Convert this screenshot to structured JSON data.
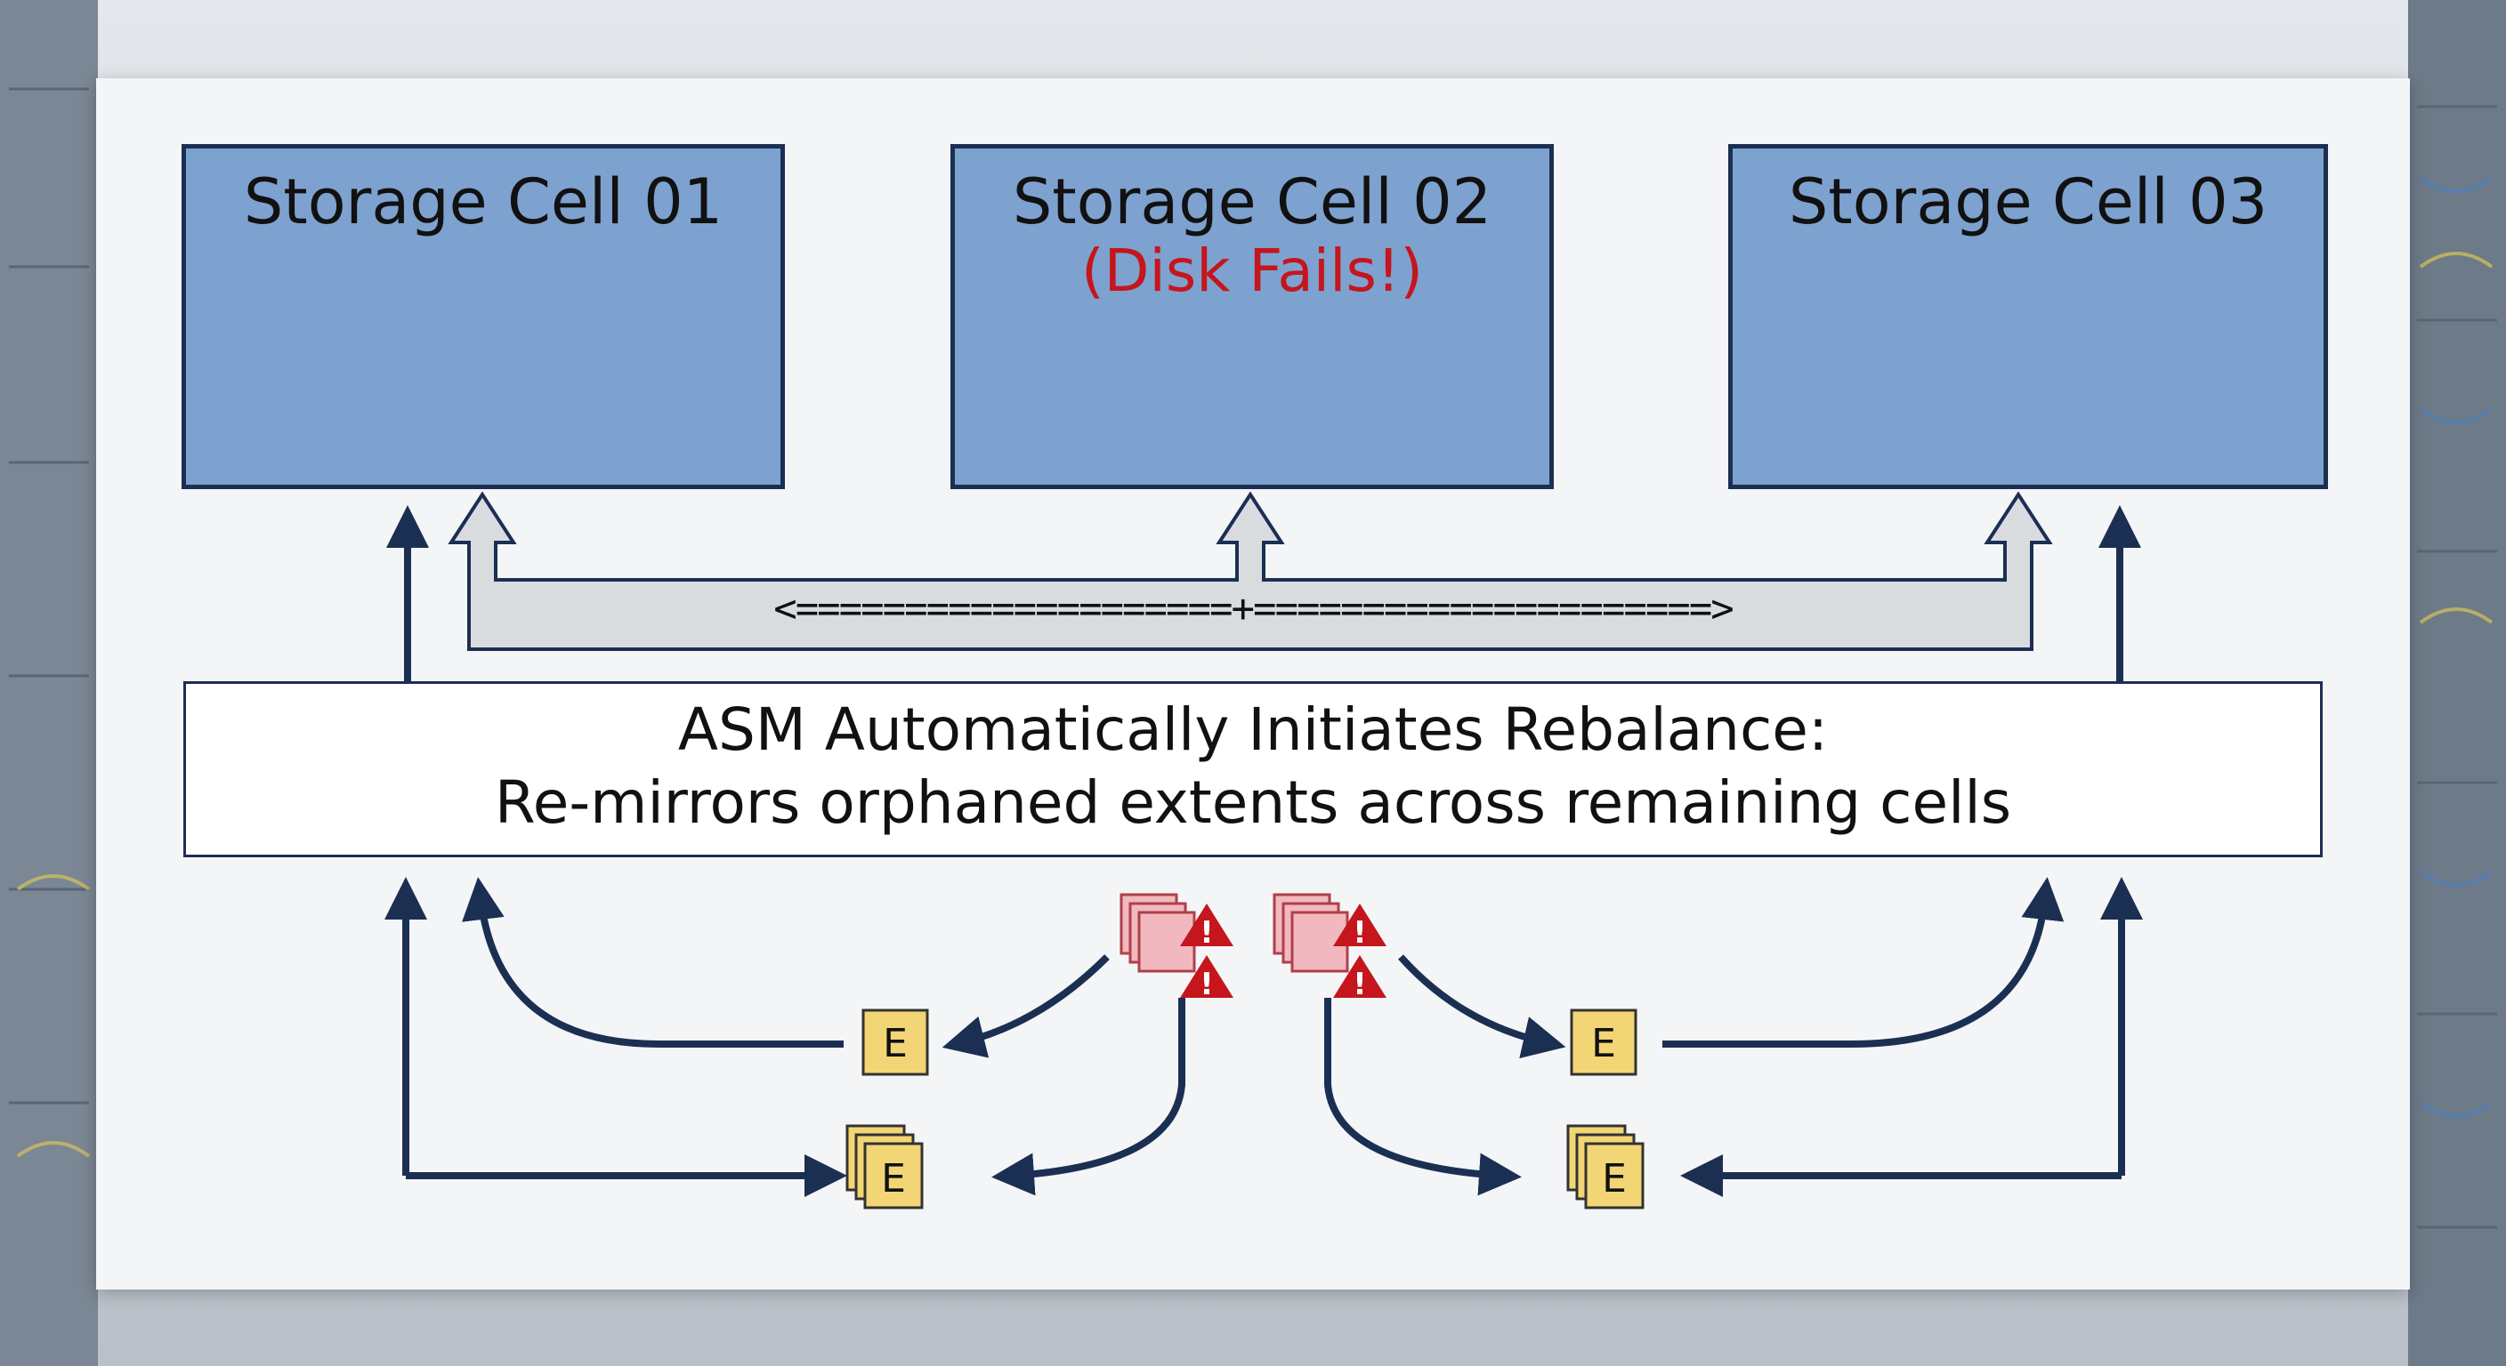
{
  "cells": [
    {
      "title": "Storage Cell 01",
      "subtitle": ""
    },
    {
      "title": "Storage Cell 02",
      "subtitle": "(Disk Fails!)"
    },
    {
      "title": "Storage Cell 03",
      "subtitle": ""
    }
  ],
  "rebalance": {
    "line1": "ASM Automatically Initiates Rebalance:",
    "line2": "Re-mirrors orphaned extents across remaining cells",
    "connector_text": "<====================+=====================>"
  },
  "extent_label": "E",
  "colors": {
    "cell_fill": "#7ea2cf",
    "cell_border": "#1b2f52",
    "arrow_dark": "#1b2f52",
    "arrow_gray": "#d9dcdf",
    "extent_fill": "#f2d675",
    "error_red": "#c4161c",
    "orphan_pink": "#f2b8bf"
  },
  "icons": [
    "database-icon",
    "extent-stack-icon",
    "failed-disk-icon",
    "warning-icon",
    "x-mark-icon"
  ]
}
